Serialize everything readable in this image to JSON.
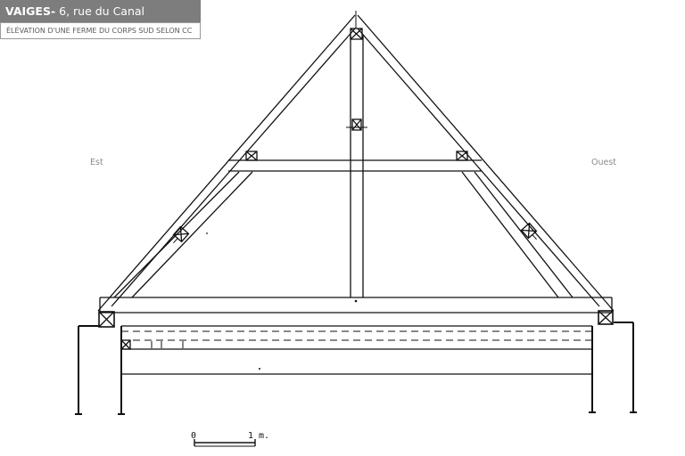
{
  "header": {
    "site_bold": "VAIGES-",
    "site_rest": " 6, rue du Canal",
    "subtitle": "ÉLÉVATION D'UNE FERME DU CORPS SUD SELON CC"
  },
  "orientation": {
    "left": "Est",
    "right": "Ouest"
  },
  "scale": {
    "start": "0",
    "end": "1 m."
  }
}
